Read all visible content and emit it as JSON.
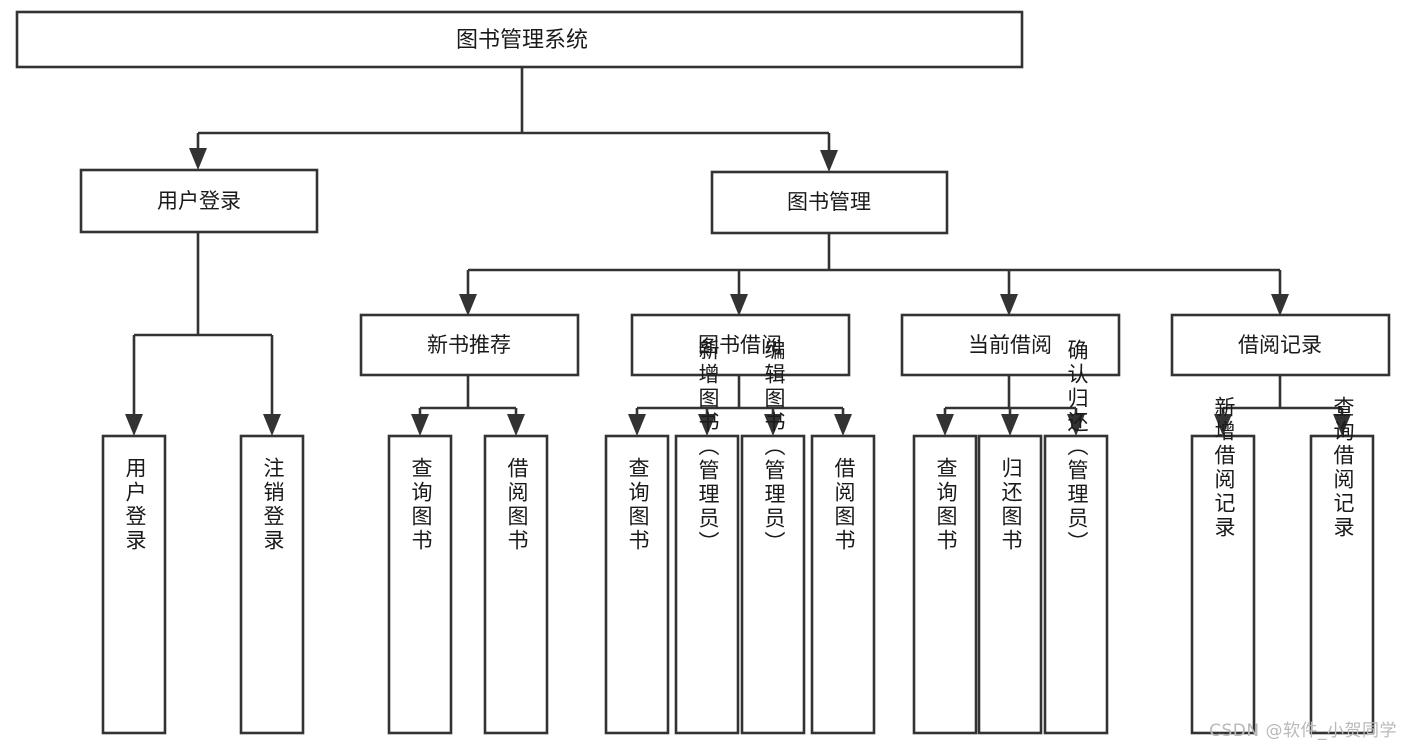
{
  "diagram": {
    "type": "tree-hierarchy-chart",
    "title": "图书管理系统",
    "orientation": "top-down",
    "colors": {
      "box_stroke": "#333333",
      "box_fill": "#ffffff",
      "text": "#1a1a1a",
      "background": "#ffffff",
      "watermark": "#b9b9b9"
    },
    "levels": {
      "level0": [
        "图书管理系统"
      ],
      "level1": [
        "用户登录",
        "图书管理"
      ],
      "level2": [
        "新书推荐",
        "图书借阅",
        "当前借阅",
        "借阅记录"
      ],
      "level3": [
        "用户登录",
        "注销登录",
        "查询图书",
        "借阅图书",
        "查询图书",
        "新增图书（管理员）",
        "编辑图书（管理员）",
        "借阅图书",
        "查询图书",
        "归还图书",
        "确认归还（管理员）",
        "新增借阅记录",
        "查询借阅记录"
      ]
    },
    "root": {
      "id": "root",
      "label": "图书管理系统"
    },
    "branches": [
      {
        "id": "user-login",
        "label": "用户登录",
        "children": [
          {
            "id": "user-login-action",
            "label": "用户登录"
          },
          {
            "id": "user-logout-action",
            "label": "注销登录"
          }
        ]
      },
      {
        "id": "book-management",
        "label": "图书管理",
        "children": [
          {
            "id": "new-book-recommend",
            "label": "新书推荐",
            "children": [
              {
                "id": "nbr-query-book",
                "label": "查询图书"
              },
              {
                "id": "nbr-borrow-book",
                "label": "借阅图书"
              }
            ]
          },
          {
            "id": "book-borrow",
            "label": "图书借阅",
            "children": [
              {
                "id": "bb-query-book",
                "label": "查询图书"
              },
              {
                "id": "bb-add-book",
                "label": "新增图书（管理员）"
              },
              {
                "id": "bb-edit-book",
                "label": "编辑图书（管理员）"
              },
              {
                "id": "bb-borrow-book",
                "label": "借阅图书"
              }
            ]
          },
          {
            "id": "current-borrow",
            "label": "当前借阅",
            "children": [
              {
                "id": "cb-query-book",
                "label": "查询图书"
              },
              {
                "id": "cb-return-book",
                "label": "归还图书"
              },
              {
                "id": "cb-confirm-return",
                "label": "确认归还（管理员）"
              }
            ]
          },
          {
            "id": "borrow-record",
            "label": "借阅记录",
            "children": [
              {
                "id": "br-add-record",
                "label": "新增借阅记录"
              },
              {
                "id": "br-query-record",
                "label": "查询借阅记录"
              }
            ]
          }
        ]
      }
    ]
  },
  "watermark": {
    "text": "CSDN @软件_小贺同学"
  }
}
